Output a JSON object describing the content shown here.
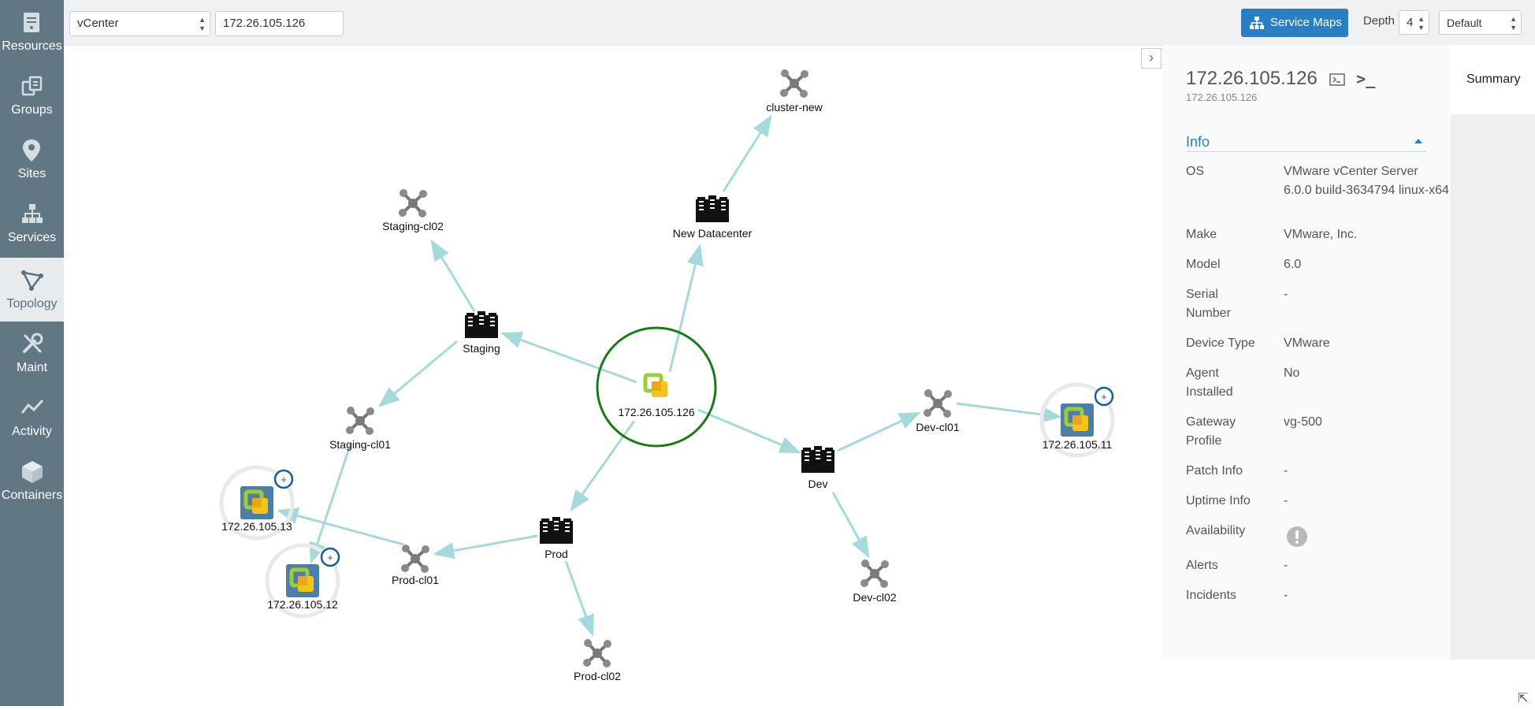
{
  "sidebar": {
    "items": [
      {
        "label": "Resources",
        "icon": "server-icon"
      },
      {
        "label": "Groups",
        "icon": "groups-icon"
      },
      {
        "label": "Sites",
        "icon": "location-pin-icon"
      },
      {
        "label": "Services",
        "icon": "hierarchy-icon"
      },
      {
        "label": "Topology",
        "icon": "topology-icon",
        "active": true
      },
      {
        "label": "Maint",
        "icon": "wrench-icon"
      },
      {
        "label": "Activity",
        "icon": "activity-icon"
      },
      {
        "label": "Containers",
        "icon": "cube-icon"
      }
    ]
  },
  "toolbar": {
    "type_select": "vCenter",
    "address_value": "172.26.105.126",
    "service_maps_label": "Service Maps",
    "depth_label": "Depth",
    "depth_value": "4",
    "layout_select": "Default"
  },
  "topology": {
    "nodes": {
      "center": "172.26.105.126",
      "cluster_new": "cluster-new",
      "new_datacenter": "New Datacenter",
      "staging_cl02": "Staging-cl02",
      "staging": "Staging",
      "staging_cl01": "Staging-cl01",
      "dev": "Dev",
      "dev_cl01": "Dev-cl01",
      "dev_cl02": "Dev-cl02",
      "host_11": "172.26.105.11",
      "host_13": "172.26.105.13",
      "host_12": "172.26.105.12",
      "prod": "Prod",
      "prod_cl01": "Prod-cl01",
      "prod_cl02": "Prod-cl02"
    }
  },
  "panel": {
    "title": "172.26.105.126",
    "subtitle": "172.26.105.126",
    "summary_tab": "Summary",
    "section": "Info",
    "rows": [
      {
        "label": "OS",
        "value": "VMware vCenter Server 6.0.0 build-3634794 linux-x64"
      },
      {
        "label": "Make",
        "value": "VMware, Inc."
      },
      {
        "label": "Model",
        "value": "6.0"
      },
      {
        "label": "Serial Number",
        "value": "-"
      },
      {
        "label": "Device Type",
        "value": "VMware"
      },
      {
        "label": "Agent Installed",
        "value": "No"
      },
      {
        "label": "Gateway Profile",
        "value": "vg-500"
      },
      {
        "label": "Patch Info",
        "value": "-"
      },
      {
        "label": "Uptime Info",
        "value": "-"
      },
      {
        "label": "Availability",
        "value": ""
      },
      {
        "label": "Alerts",
        "value": "-"
      },
      {
        "label": "Incidents",
        "value": "-"
      }
    ]
  },
  "colors": {
    "sidebar_bg": "#627784",
    "accent_blue": "#2a7fc4",
    "selected_ring": "#1a7a1a",
    "edge": "#a6d9dc"
  }
}
